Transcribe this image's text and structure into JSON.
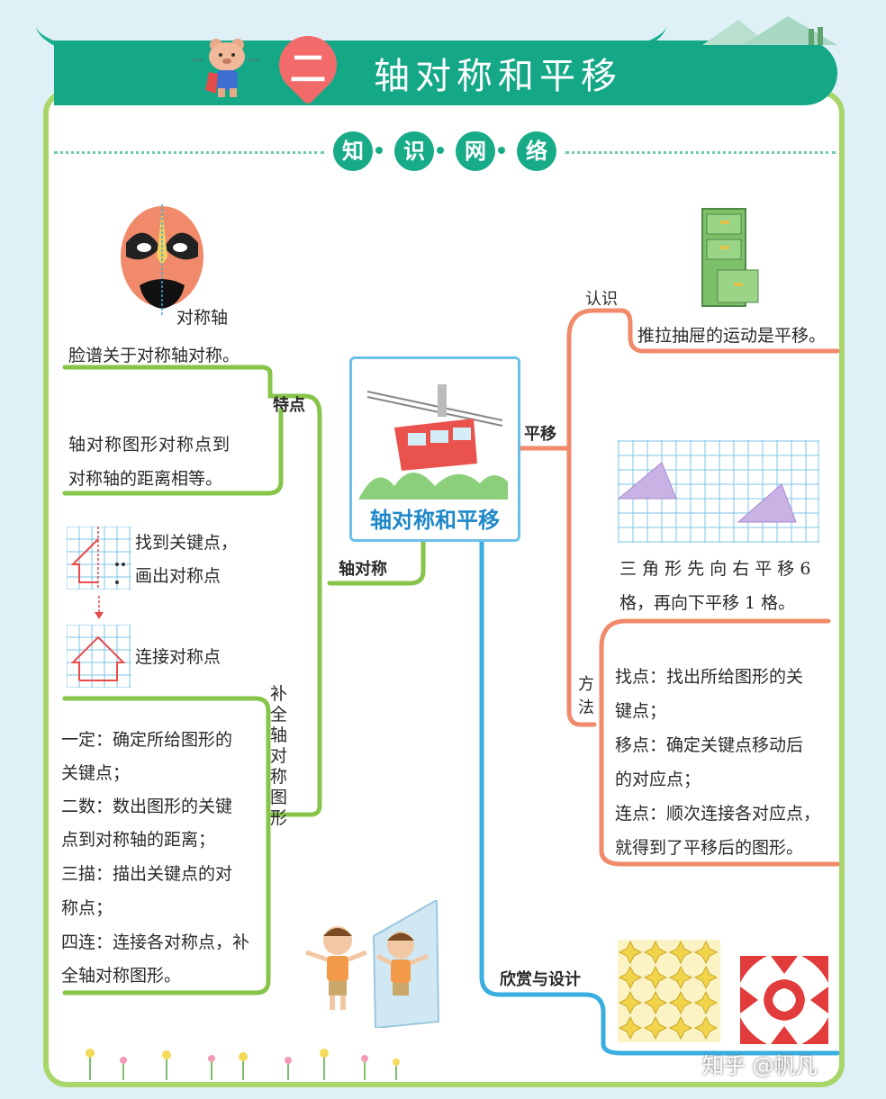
{
  "header": {
    "chapter_number": "二",
    "title": "轴对称和平移",
    "section_chars": [
      "知",
      "识",
      "网",
      "络"
    ]
  },
  "center": {
    "label": "轴对称和平移"
  },
  "left": {
    "branch_label": "轴对称",
    "features": {
      "label": "特点",
      "face_axis_label": "对称轴",
      "items": [
        "脸谱关于对称轴对称。",
        "轴对称图形对称点到",
        "对称轴的距离相等。"
      ]
    },
    "complete": {
      "label": "补全轴对称图形",
      "step_find": [
        "找到关键点，",
        "画出对称点"
      ],
      "step_connect": "连接对称点",
      "items": [
        "一定：确定所给图形的",
        "关键点；",
        "二数：数出图形的关键",
        "点到对称轴的距离；",
        "三描：描出关键点的对",
        "称点；",
        "四连：连接各对称点，补",
        "全轴对称图形。"
      ]
    }
  },
  "right": {
    "branch_label": "平移",
    "recognize": {
      "label": "认识",
      "text": "推拉抽屉的运动是平移。"
    },
    "example": [
      "三 角 形 先 向 右 平 移 6",
      "格，再向下平移 1 格。"
    ],
    "method": {
      "label": "方法",
      "items": [
        "找点：找出所给图形的关",
        "键点；",
        "移点：确定关键点移动后",
        "的对应点；",
        "连点：顺次连接各对应点，",
        "就得到了平移后的图形。"
      ]
    }
  },
  "bottom": {
    "branch_label": "欣赏与设计"
  },
  "watermark": "知乎 @帆凡",
  "colors": {
    "green": "#86c44a",
    "orange": "#f08a6a",
    "blue": "#3aaee0",
    "teal": "#14a886",
    "badge": "#f36a6a"
  }
}
